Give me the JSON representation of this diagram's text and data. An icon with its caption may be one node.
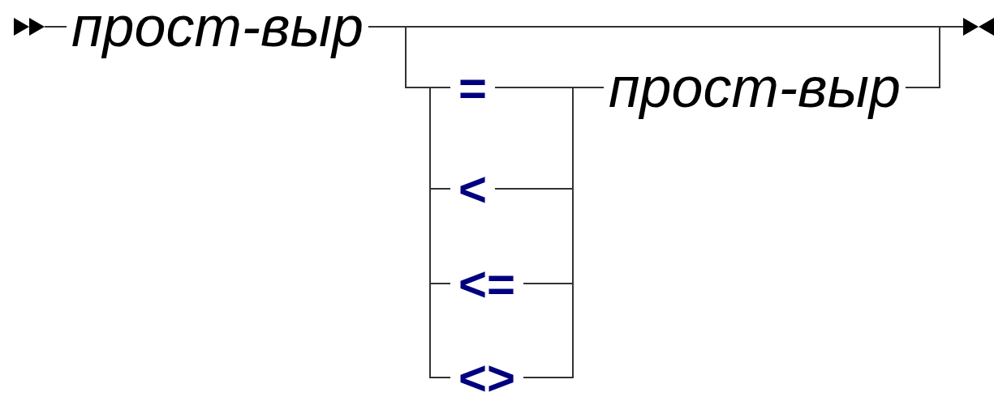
{
  "diagram": {
    "nodes": [
      {
        "text": [],
        "shape": "marker"
      },
      {
        "text": [
          "прост-выр"
        ]
      },
      {
        "text": [
          "="
        ]
      },
      {
        "text": [
          "<"
        ]
      },
      {
        "text": [
          "<="
        ]
      },
      {
        "text": [
          "<>"
        ]
      },
      {
        "text": [
          "прост-выр"
        ]
      },
      {
        "text": [],
        "shape": "marker"
      }
    ],
    "edges": [
      {
        "from": 0,
        "to": 1,
        "arrow": "none"
      },
      {
        "from": 1,
        "to": 7,
        "arrow": "none"
      },
      {
        "from": 1,
        "to": 2,
        "arrow": "none"
      },
      {
        "from": 1,
        "to": 3,
        "arrow": "none"
      },
      {
        "from": 1,
        "to": 4,
        "arrow": "none"
      },
      {
        "from": 1,
        "to": 5,
        "arrow": "none"
      },
      {
        "from": 2,
        "to": 6,
        "arrow": "none"
      },
      {
        "from": 3,
        "to": 6,
        "arrow": "none"
      },
      {
        "from": 4,
        "to": 6,
        "arrow": "none"
      },
      {
        "from": 5,
        "to": 6,
        "arrow": "none"
      },
      {
        "from": 6,
        "to": 7,
        "arrow": "none"
      }
    ]
  }
}
